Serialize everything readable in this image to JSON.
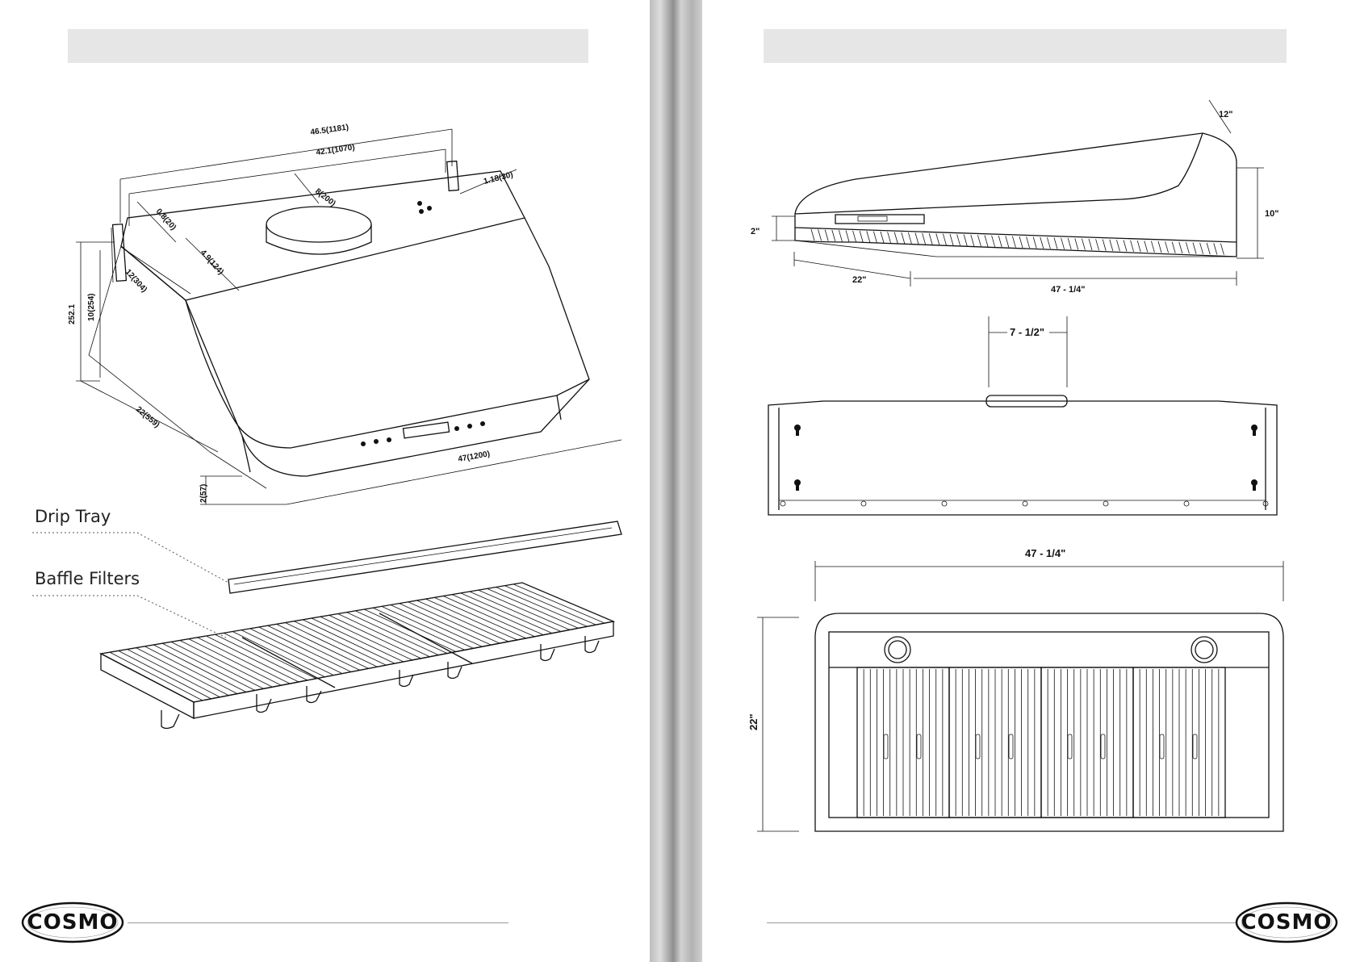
{
  "left_page": {
    "header_title": "",
    "dimensions": {
      "overall_width": "46.5(1181)",
      "inner_width": "42.1(1070)",
      "duct_diameter": "8(200)",
      "bracket_offset": "1.18(30)",
      "edge_offset": "0.8(20)",
      "bracket_depth": "4.9(124)",
      "depth_top": "12(304)",
      "height": "10(254)",
      "height_overall": "252.1",
      "depth": "22(559)",
      "width": "47(1200)",
      "front_height": "2(57)"
    },
    "parts": {
      "drip_tray": "Drip Tray",
      "baffle_filters": "Baffle Filters"
    }
  },
  "right_page": {
    "header_title": "",
    "perspective_view": {
      "depth_top": "12\"",
      "height": "10\"",
      "front_height": "2\"",
      "depth": "22\"",
      "width": "47 - 1/4\""
    },
    "rear_view": {
      "duct_width": "7 - 1/2\""
    },
    "bottom_view": {
      "width": "47 - 1/4\"",
      "depth": "22\""
    }
  },
  "logo": {
    "text": "COSMO"
  }
}
